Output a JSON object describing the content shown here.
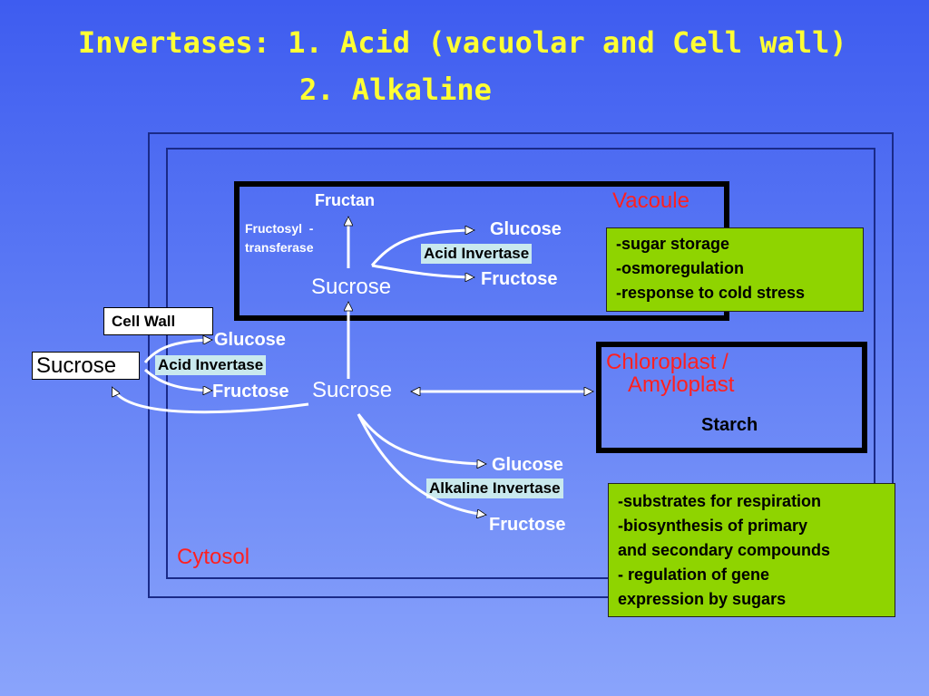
{
  "title": {
    "line1": "Invertases: 1. Acid (vacuolar and Cell wall)",
    "line2": "2. Alkaline"
  },
  "vacuole": {
    "label": "Vacoule",
    "fructan": "Fructan",
    "fructosyl_transferase_line1": "Fructosyl  -",
    "fructosyl_transferase_line2": "transferase",
    "sucrose": "Sucrose",
    "glucose": "Glucose",
    "fructose": "Fructose",
    "enzyme": "Acid Invertase"
  },
  "vacuole_notes": [
    "-sugar storage",
    "-osmoregulation",
    "-response to cold stress"
  ],
  "cell_wall": {
    "label": "Cell Wall",
    "sucrose": "Sucrose",
    "glucose": "Glucose",
    "fructose": "Fructose",
    "enzyme": "Acid Invertase"
  },
  "cytosol": {
    "label": "Cytosol",
    "sucrose": "Sucrose",
    "glucose": "Glucose",
    "fructose": "Fructose",
    "enzyme": "Alkaline Invertase"
  },
  "plastid": {
    "label_line1": "Chloroplast /",
    "label_line2": "Amyloplast",
    "starch": "Starch"
  },
  "cytosol_notes": [
    "-substrates for respiration",
    "-biosynthesis of  primary",
    "and secondary compounds",
    "- regulation of gene",
    "expression by sugars"
  ],
  "colors": {
    "title": "#ffff33",
    "compartment_label": "#ff2020",
    "note_background": "#8fd400",
    "enzyme_background": "#c9e9ee"
  }
}
